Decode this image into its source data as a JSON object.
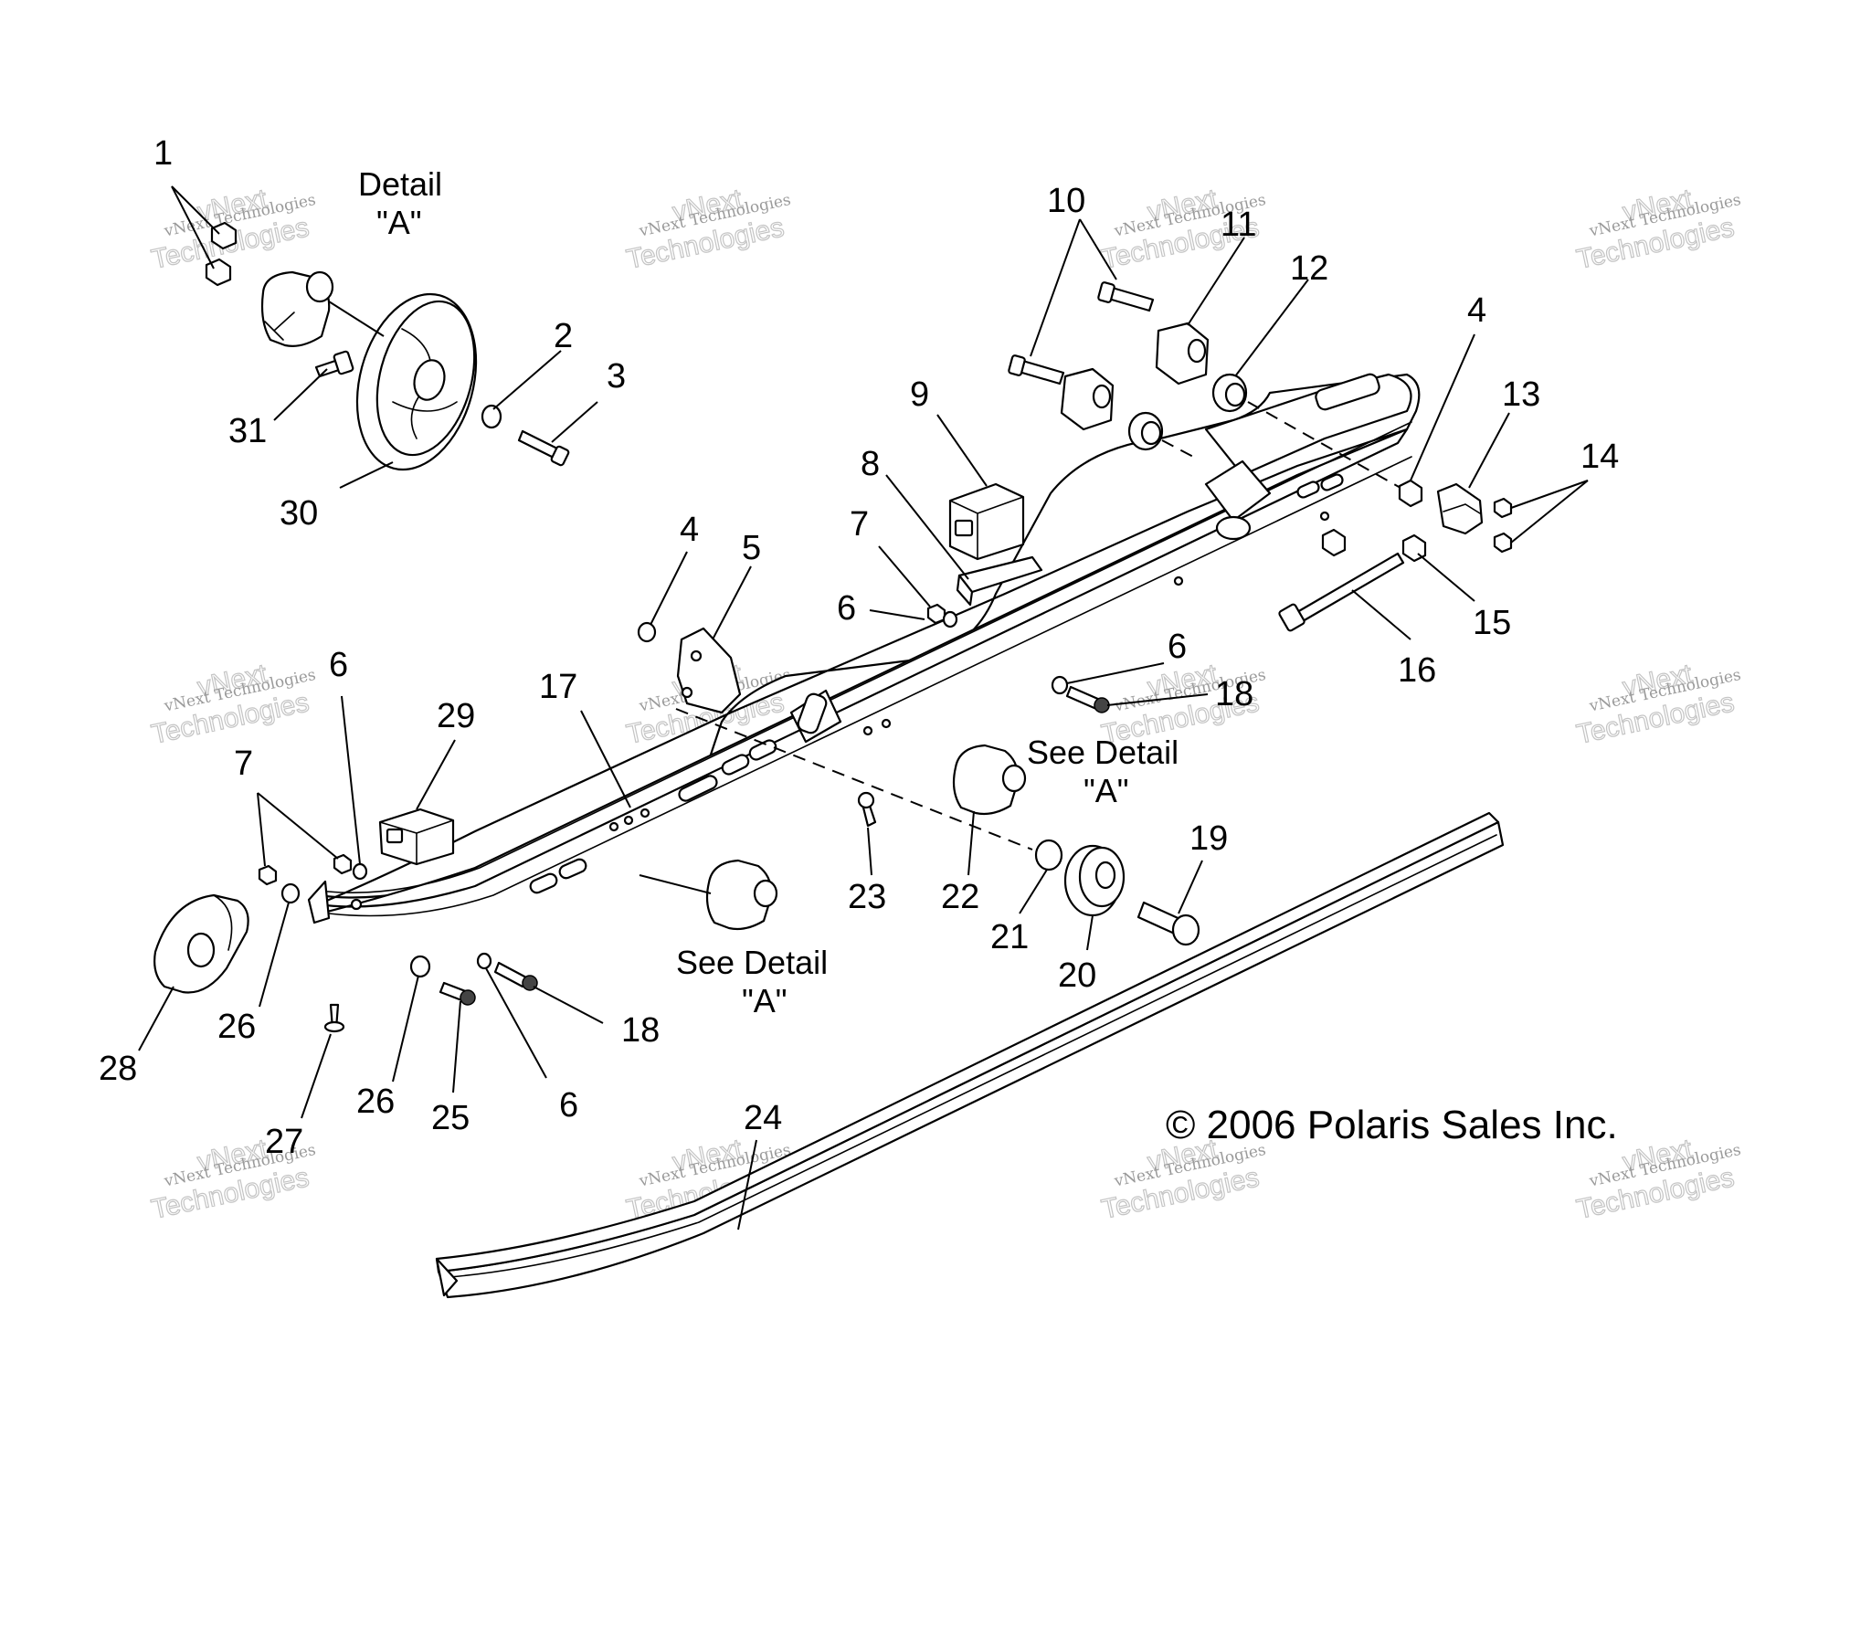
{
  "callouts": [
    {
      "id": "1",
      "label": "1"
    },
    {
      "id": "2",
      "label": "2"
    },
    {
      "id": "3",
      "label": "3"
    },
    {
      "id": "4a",
      "label": "4"
    },
    {
      "id": "4b",
      "label": "4"
    },
    {
      "id": "5",
      "label": "5"
    },
    {
      "id": "6a",
      "label": "6"
    },
    {
      "id": "6b",
      "label": "6"
    },
    {
      "id": "6c",
      "label": "6"
    },
    {
      "id": "6d",
      "label": "6"
    },
    {
      "id": "7a",
      "label": "7"
    },
    {
      "id": "7b",
      "label": "7"
    },
    {
      "id": "8",
      "label": "8"
    },
    {
      "id": "9",
      "label": "9"
    },
    {
      "id": "10",
      "label": "10"
    },
    {
      "id": "11",
      "label": "11"
    },
    {
      "id": "12",
      "label": "12"
    },
    {
      "id": "13",
      "label": "13"
    },
    {
      "id": "14",
      "label": "14"
    },
    {
      "id": "15",
      "label": "15"
    },
    {
      "id": "16",
      "label": "16"
    },
    {
      "id": "17",
      "label": "17"
    },
    {
      "id": "18a",
      "label": "18"
    },
    {
      "id": "18b",
      "label": "18"
    },
    {
      "id": "19",
      "label": "19"
    },
    {
      "id": "20",
      "label": "20"
    },
    {
      "id": "21",
      "label": "21"
    },
    {
      "id": "22",
      "label": "22"
    },
    {
      "id": "23",
      "label": "23"
    },
    {
      "id": "24",
      "label": "24"
    },
    {
      "id": "25",
      "label": "25"
    },
    {
      "id": "26a",
      "label": "26"
    },
    {
      "id": "26b",
      "label": "26"
    },
    {
      "id": "27",
      "label": "27"
    },
    {
      "id": "28",
      "label": "28"
    },
    {
      "id": "29",
      "label": "29"
    },
    {
      "id": "30",
      "label": "30"
    },
    {
      "id": "31",
      "label": "31"
    }
  ],
  "notes": {
    "detail_a_title": "Detail",
    "detail_a_ref": "\"A\"",
    "see_detail_1": "See Detail",
    "see_detail_1_ref": "\"A\"",
    "see_detail_2": "See Detail",
    "see_detail_2_ref": "\"A\""
  },
  "copyright": "© 2006 Polaris Sales Inc.",
  "watermark": {
    "line1": "vNext Technologies",
    "line2": "vNext",
    "line3": "Technologies"
  }
}
